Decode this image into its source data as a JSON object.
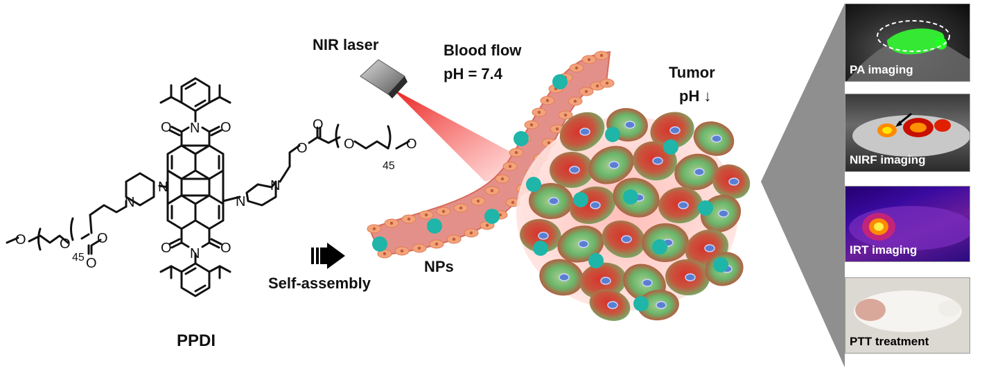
{
  "molecule": {
    "name": "PPDI",
    "peg_repeat": "45",
    "atom_labels": {
      "o": "O",
      "n": "N"
    }
  },
  "labels": {
    "nir_laser": "NIR laser",
    "blood_flow": "Blood flow",
    "blood_ph": "pH = 7.4",
    "tumor": "Tumor",
    "tumor_ph": "pH ↓",
    "self_assembly": "Self-assembly",
    "nps": "NPs"
  },
  "panels": [
    {
      "id": "pa",
      "label": "PA imaging",
      "label_color": "#ffffff"
    },
    {
      "id": "nirf",
      "label": "NIRF imaging",
      "label_color": "#ffffff"
    },
    {
      "id": "irt",
      "label": "IRT imaging",
      "label_color": "#ffffff"
    },
    {
      "id": "ptt",
      "label": "PTT treatment",
      "label_color": "#000000"
    }
  ],
  "colors": {
    "nanoparticle": "#1fb5a8",
    "vessel_fill": "#e4908a",
    "vessel_cell": "#f2a37a",
    "laser": "#e8201c",
    "tumor_red": "#d8332c",
    "tumor_green": "#6ab56a",
    "nucleus": "#5a7fd0",
    "callout": "#8f8f8f"
  }
}
